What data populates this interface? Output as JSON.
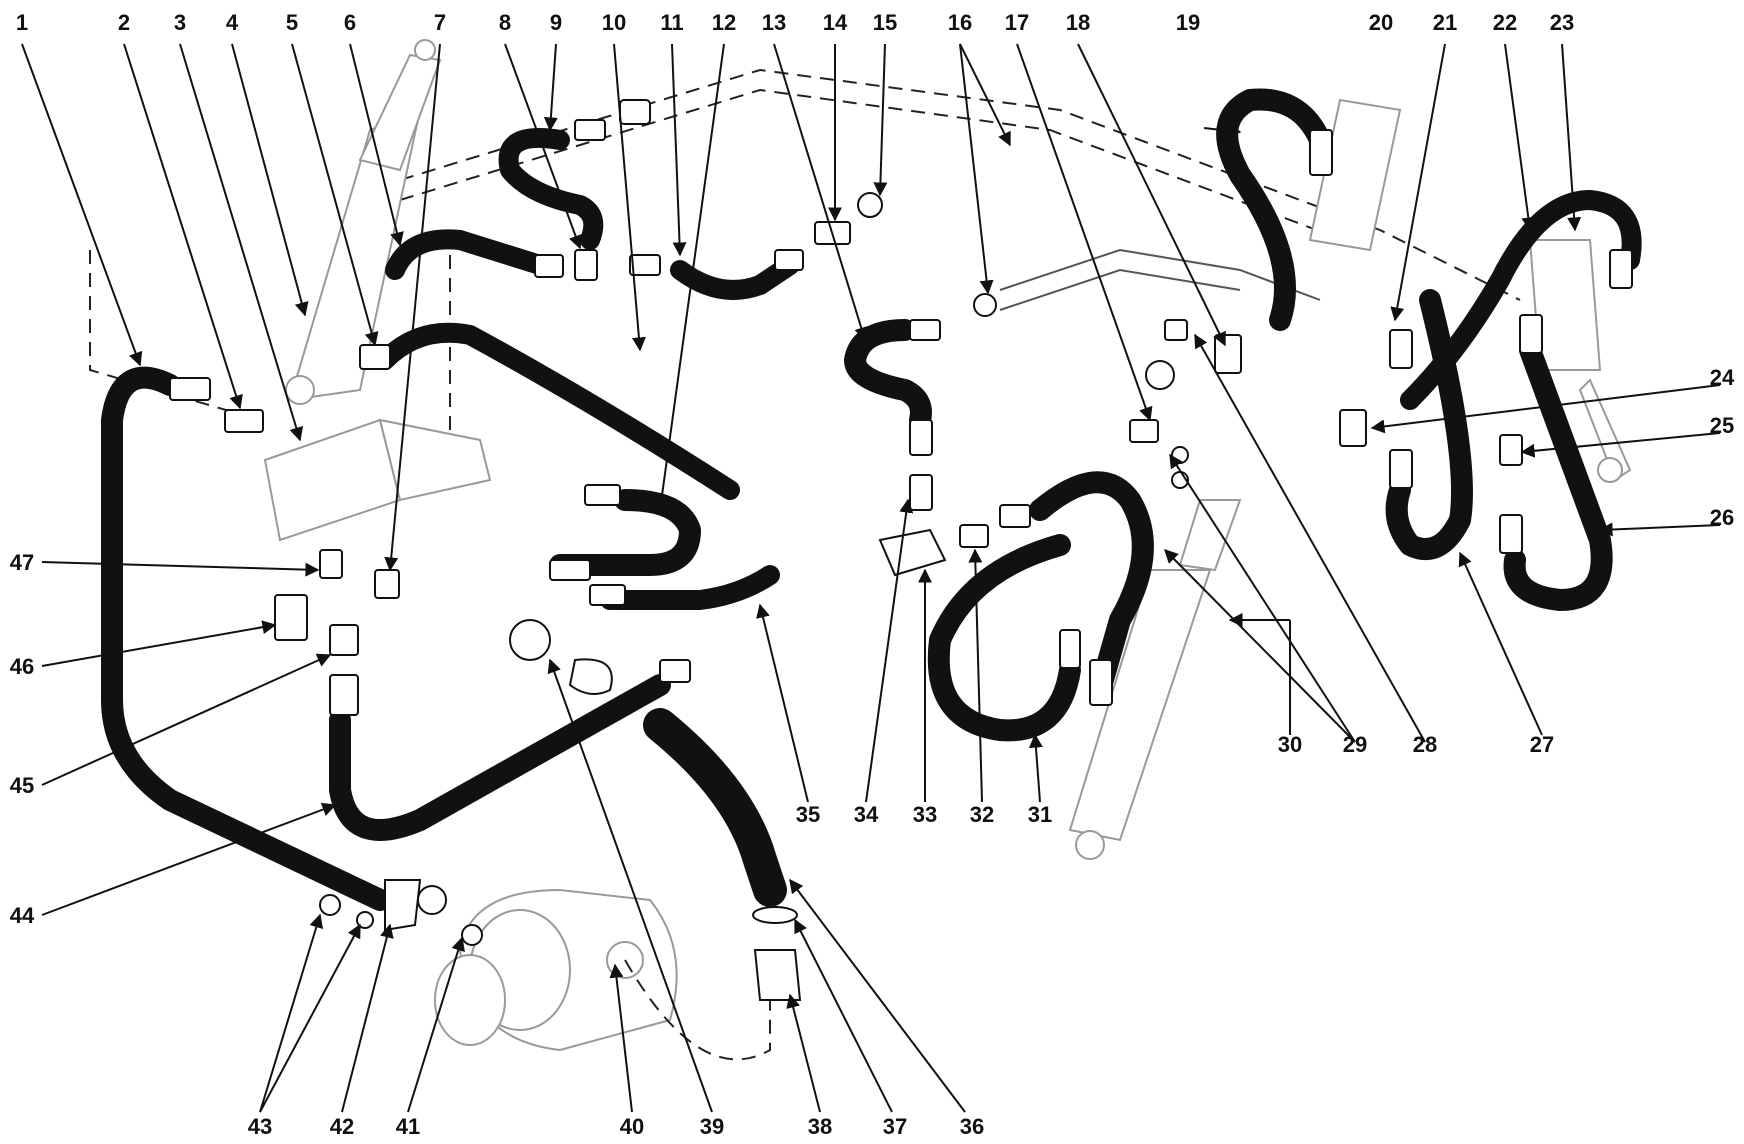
{
  "diagram": {
    "callouts": [
      "1",
      "2",
      "3",
      "4",
      "5",
      "6",
      "7",
      "8",
      "9",
      "10",
      "11",
      "12",
      "13",
      "14",
      "15",
      "16",
      "17",
      "18",
      "19",
      "20",
      "21",
      "22",
      "23",
      "24",
      "25",
      "26",
      "27",
      "28",
      "29",
      "30",
      "31",
      "32",
      "33",
      "34",
      "35",
      "36",
      "37",
      "38",
      "39",
      "40",
      "41",
      "42",
      "43",
      "44",
      "45",
      "46",
      "47"
    ]
  },
  "colors": {
    "hose": "#111111",
    "ghost": "#999999",
    "background": "#ffffff"
  }
}
